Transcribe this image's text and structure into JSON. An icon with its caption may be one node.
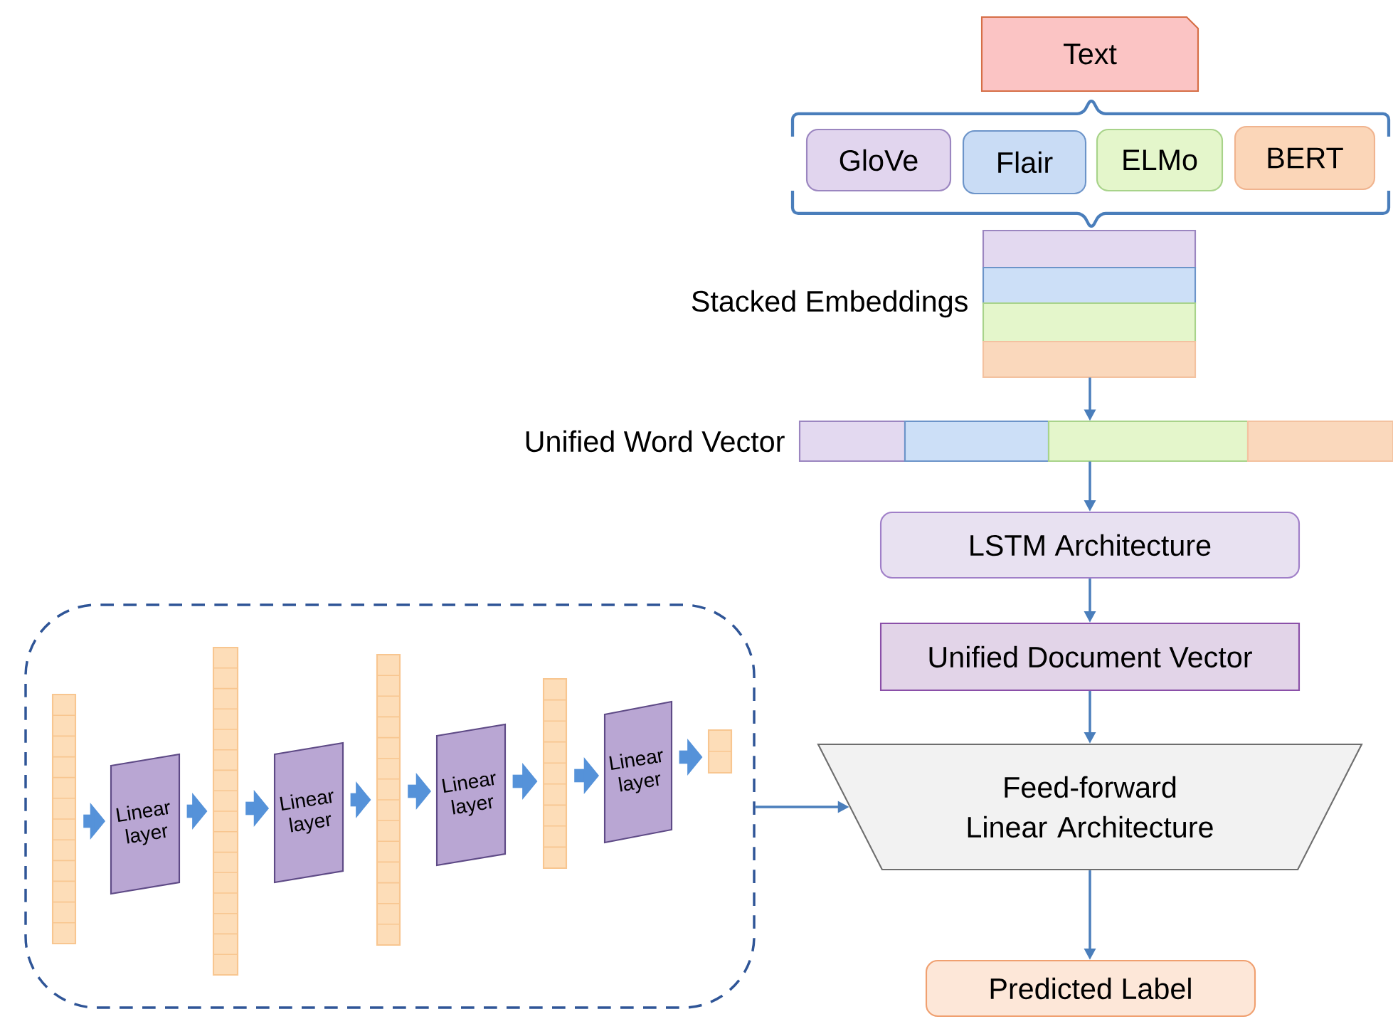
{
  "diagram": {
    "nodes": [
      {
        "text": [
          "Text"
        ]
      },
      {
        "text": [],
        "shape": "bracket"
      },
      {
        "text": [
          "GloVe"
        ],
        "in": 1
      },
      {
        "text": [
          "Flair"
        ],
        "in": 1
      },
      {
        "text": [
          "ELMo"
        ],
        "in": 1
      },
      {
        "text": [
          "BERT"
        ],
        "in": 1
      },
      {
        "text": [],
        "shape": "box",
        "beside": [
          "Stacked Embeddings"
        ]
      },
      {
        "text": [],
        "shape": "bar",
        "beside": [
          "Unified Word Vector"
        ]
      },
      {
        "text": [
          "LSTM Architecture"
        ]
      },
      {
        "text": [
          "Unified Document Vector"
        ]
      },
      {
        "text": [
          "Feed-forward Linear Architecture"
        ]
      },
      {
        "text": [
          "Predicted Label"
        ]
      },
      {
        "text": [],
        "shape": "box"
      },
      {
        "text": [],
        "shape": "bar",
        "in": 12
      },
      {
        "text": [
          "Linear layer"
        ],
        "in": 12
      },
      {
        "text": [],
        "shape": "bar",
        "in": 12
      },
      {
        "text": [
          "Linear layer"
        ],
        "in": 12
      },
      {
        "text": [],
        "shape": "bar",
        "in": 12
      },
      {
        "text": [
          "Linear layer"
        ],
        "in": 12
      },
      {
        "text": [],
        "shape": "bar",
        "in": 12
      },
      {
        "text": [
          "Linear layer"
        ],
        "in": 12
      },
      {
        "text": [],
        "shape": "bar",
        "in": 12
      }
    ],
    "edges": [
      {
        "from": 6,
        "to": 7,
        "arrow": "to",
        "color": "#4a7ebb"
      },
      {
        "from": 7,
        "to": 8,
        "arrow": "to",
        "color": "#4a7ebb"
      },
      {
        "from": 8,
        "to": 9,
        "arrow": "to",
        "color": "#4a7ebb"
      },
      {
        "from": 9,
        "to": 10,
        "arrow": "to",
        "color": "#4a7ebb"
      },
      {
        "from": 10,
        "to": 11,
        "arrow": "to",
        "color": "#4a7ebb"
      },
      {
        "from": 12,
        "to": 10,
        "arrow": "to",
        "color": "#4a7ebb"
      },
      {
        "from": 13,
        "to": 14,
        "arrow": "to"
      },
      {
        "from": 14,
        "to": 15,
        "arrow": "to"
      },
      {
        "from": 15,
        "to": 16,
        "arrow": "to"
      },
      {
        "from": 16,
        "to": 17,
        "arrow": "to"
      },
      {
        "from": 17,
        "to": 18,
        "arrow": "to"
      },
      {
        "from": 18,
        "to": 19,
        "arrow": "to"
      },
      {
        "from": 19,
        "to": 20,
        "arrow": "to"
      },
      {
        "from": 20,
        "to": 21,
        "arrow": "to"
      }
    ]
  }
}
